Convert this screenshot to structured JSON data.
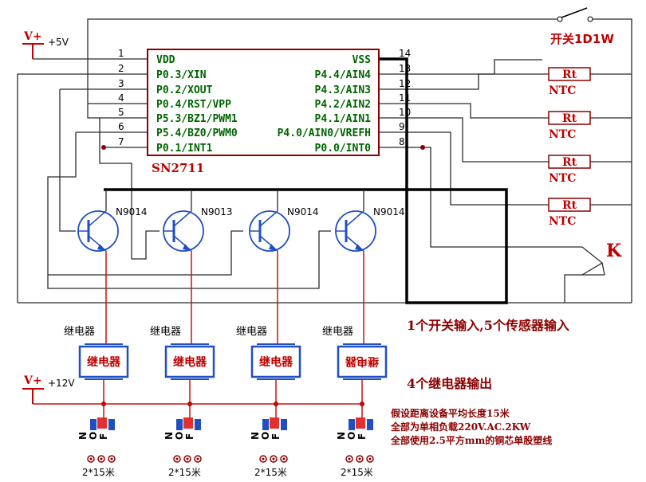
{
  "chip": {
    "name": "SN2711",
    "left_pins": [
      {
        "num": "1",
        "label": "VDD"
      },
      {
        "num": "2",
        "label": "P0.3/XIN"
      },
      {
        "num": "3",
        "label": "P0.2/XOUT"
      },
      {
        "num": "4",
        "label": "P0.4/RST/VPP"
      },
      {
        "num": "5",
        "label": "P5.3/BZ1/PWM1"
      },
      {
        "num": "6",
        "label": "P5.4/BZ0/PWM0"
      },
      {
        "num": "7",
        "label": "P0.1/INT1"
      }
    ],
    "right_pins": [
      {
        "num": "14",
        "label": "VSS"
      },
      {
        "num": "13",
        "label": "P4.4/AIN4"
      },
      {
        "num": "12",
        "label": "P4.3/AIN3"
      },
      {
        "num": "11",
        "label": "P4.2/AIN2"
      },
      {
        "num": "10",
        "label": "P4.1/AIN1"
      },
      {
        "num": "9",
        "label": "P4.0/AIN0/VREFH"
      },
      {
        "num": "8",
        "label": "P0.0/INT0"
      }
    ]
  },
  "power": {
    "v5_symbol": "V+",
    "v5_label": "+5V",
    "v12_symbol": "V+",
    "v12_label": "+12V"
  },
  "switch": {
    "label": "开关1D1W"
  },
  "thermistors": [
    {
      "symbol": "Rt",
      "type": "NTC"
    },
    {
      "symbol": "Rt",
      "type": "NTC"
    },
    {
      "symbol": "Rt",
      "type": "NTC"
    },
    {
      "symbol": "Rt",
      "type": "NTC"
    }
  ],
  "thermocouple": {
    "label": "K"
  },
  "transistors": [
    {
      "model": "N9014"
    },
    {
      "model": "N9013"
    },
    {
      "model": "N9014"
    },
    {
      "model": "N9014"
    }
  ],
  "relays": [
    {
      "caption": "继电器",
      "box": "继电器"
    },
    {
      "caption": "继电器",
      "box": "继电器"
    },
    {
      "caption": "继电器",
      "box": "继电器"
    },
    {
      "caption": "继电器",
      "box": "继电器"
    }
  ],
  "terminals": [
    {
      "n": "N",
      "o": "O",
      "f": "F",
      "cable": "2*15米"
    },
    {
      "n": "N",
      "o": "O",
      "f": "F",
      "cable": "2*15米"
    },
    {
      "n": "N",
      "o": "O",
      "f": "F",
      "cable": "2*15米"
    },
    {
      "n": "N",
      "o": "O",
      "f": "F",
      "cable": "2*15米"
    }
  ],
  "notes": {
    "inputs": "1个开关输入,5个传感器输入",
    "outputs": "4个继电器输出",
    "assume_lines": [
      "假设距离设备平均长度15米",
      "全部为单相负载220V.AC.2KW",
      "全部使用2.5平方mm的铜芯单股塑线"
    ]
  }
}
